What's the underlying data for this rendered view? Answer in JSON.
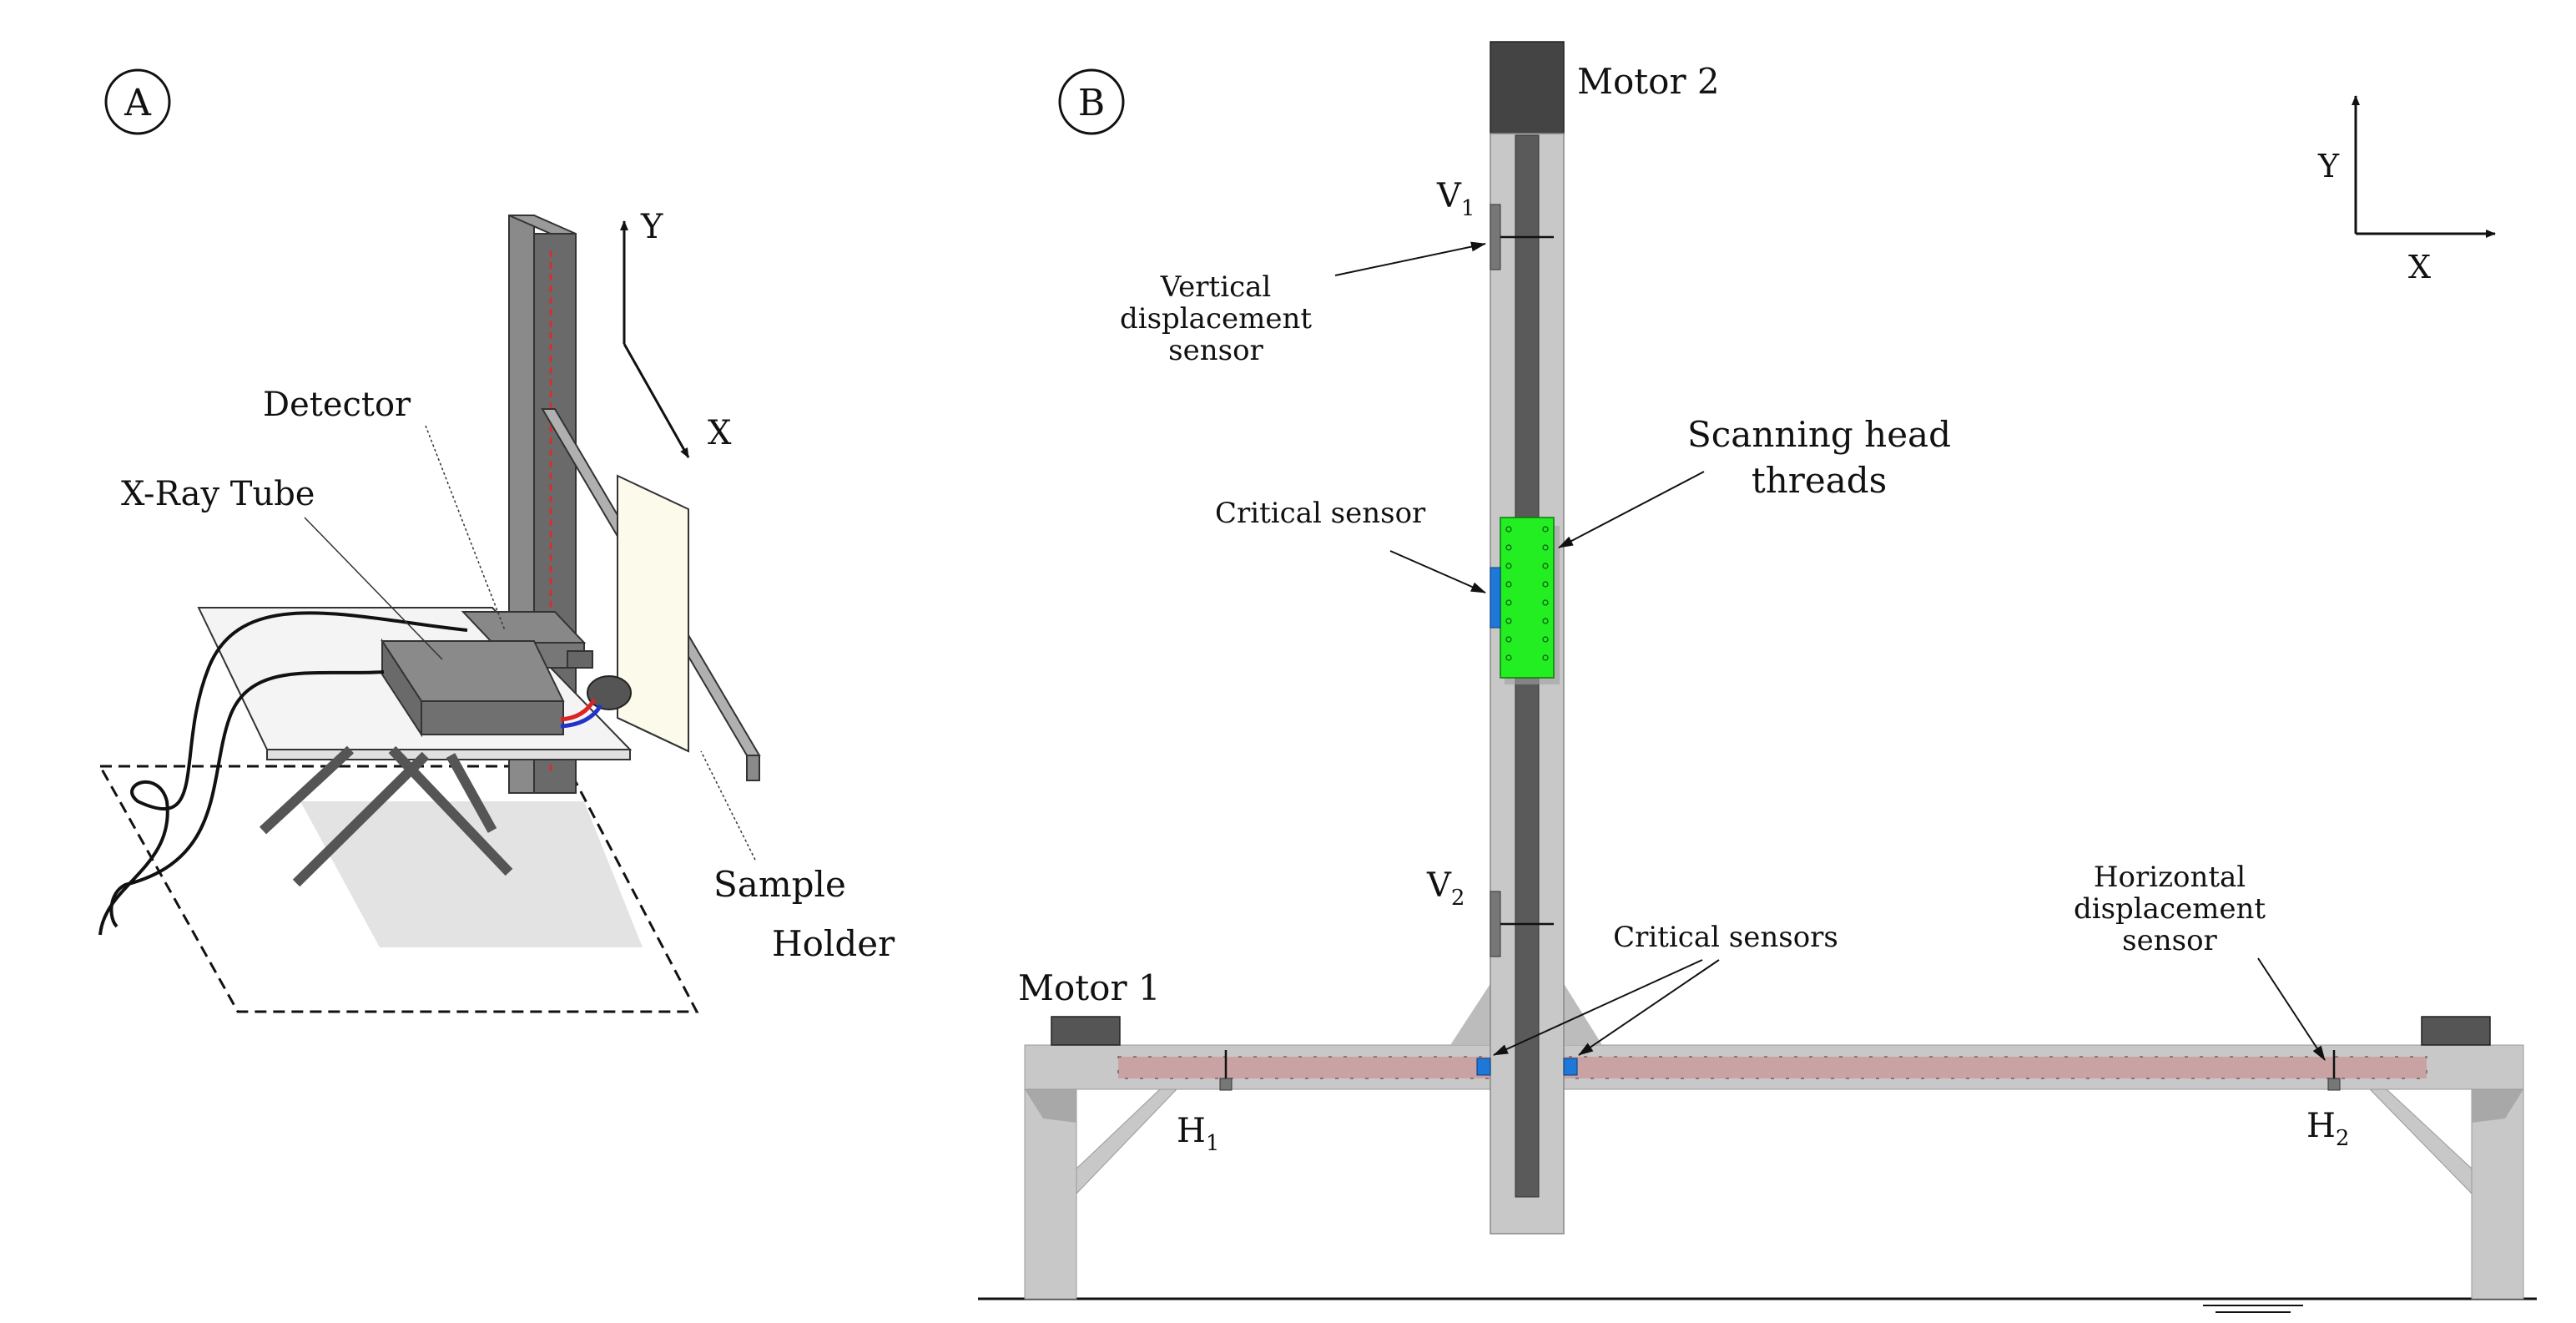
{
  "panel_a": {
    "badge": "A",
    "labels": {
      "detector": "Detector",
      "xray_tube": "X-Ray Tube",
      "sample_holder_line1": "Sample",
      "sample_holder_line2": "Holder",
      "axis_y": "Y",
      "axis_x": "X"
    }
  },
  "panel_b": {
    "badge": "B",
    "labels": {
      "motor2": "Motor 2",
      "motor1": "Motor 1",
      "v1_base": "V",
      "v1_sub": "1",
      "v2_base": "V",
      "v2_sub": "2",
      "h1_base": "H",
      "h1_sub": "1",
      "h2_base": "H",
      "h2_sub": "2",
      "vertical_sensor_line1": "Vertical",
      "vertical_sensor_line2": "displacement",
      "vertical_sensor_line3": "sensor",
      "critical_sensor": "Critical sensor",
      "critical_sensors": "Critical sensors",
      "scanning_head_line1": "Scanning head",
      "scanning_head_line2": "threads",
      "horizontal_sensor_line1": "Horizontal",
      "horizontal_sensor_line2": "displacement",
      "horizontal_sensor_line3": "sensor",
      "axis_y": "Y",
      "axis_x": "X"
    }
  },
  "colors": {
    "frame_gray": "#c8c8c8",
    "dark_gray": "#555555",
    "head_green": "#22ee22",
    "sensor_blue": "#1e78d8",
    "rail_pink": "#c9a3a3"
  }
}
